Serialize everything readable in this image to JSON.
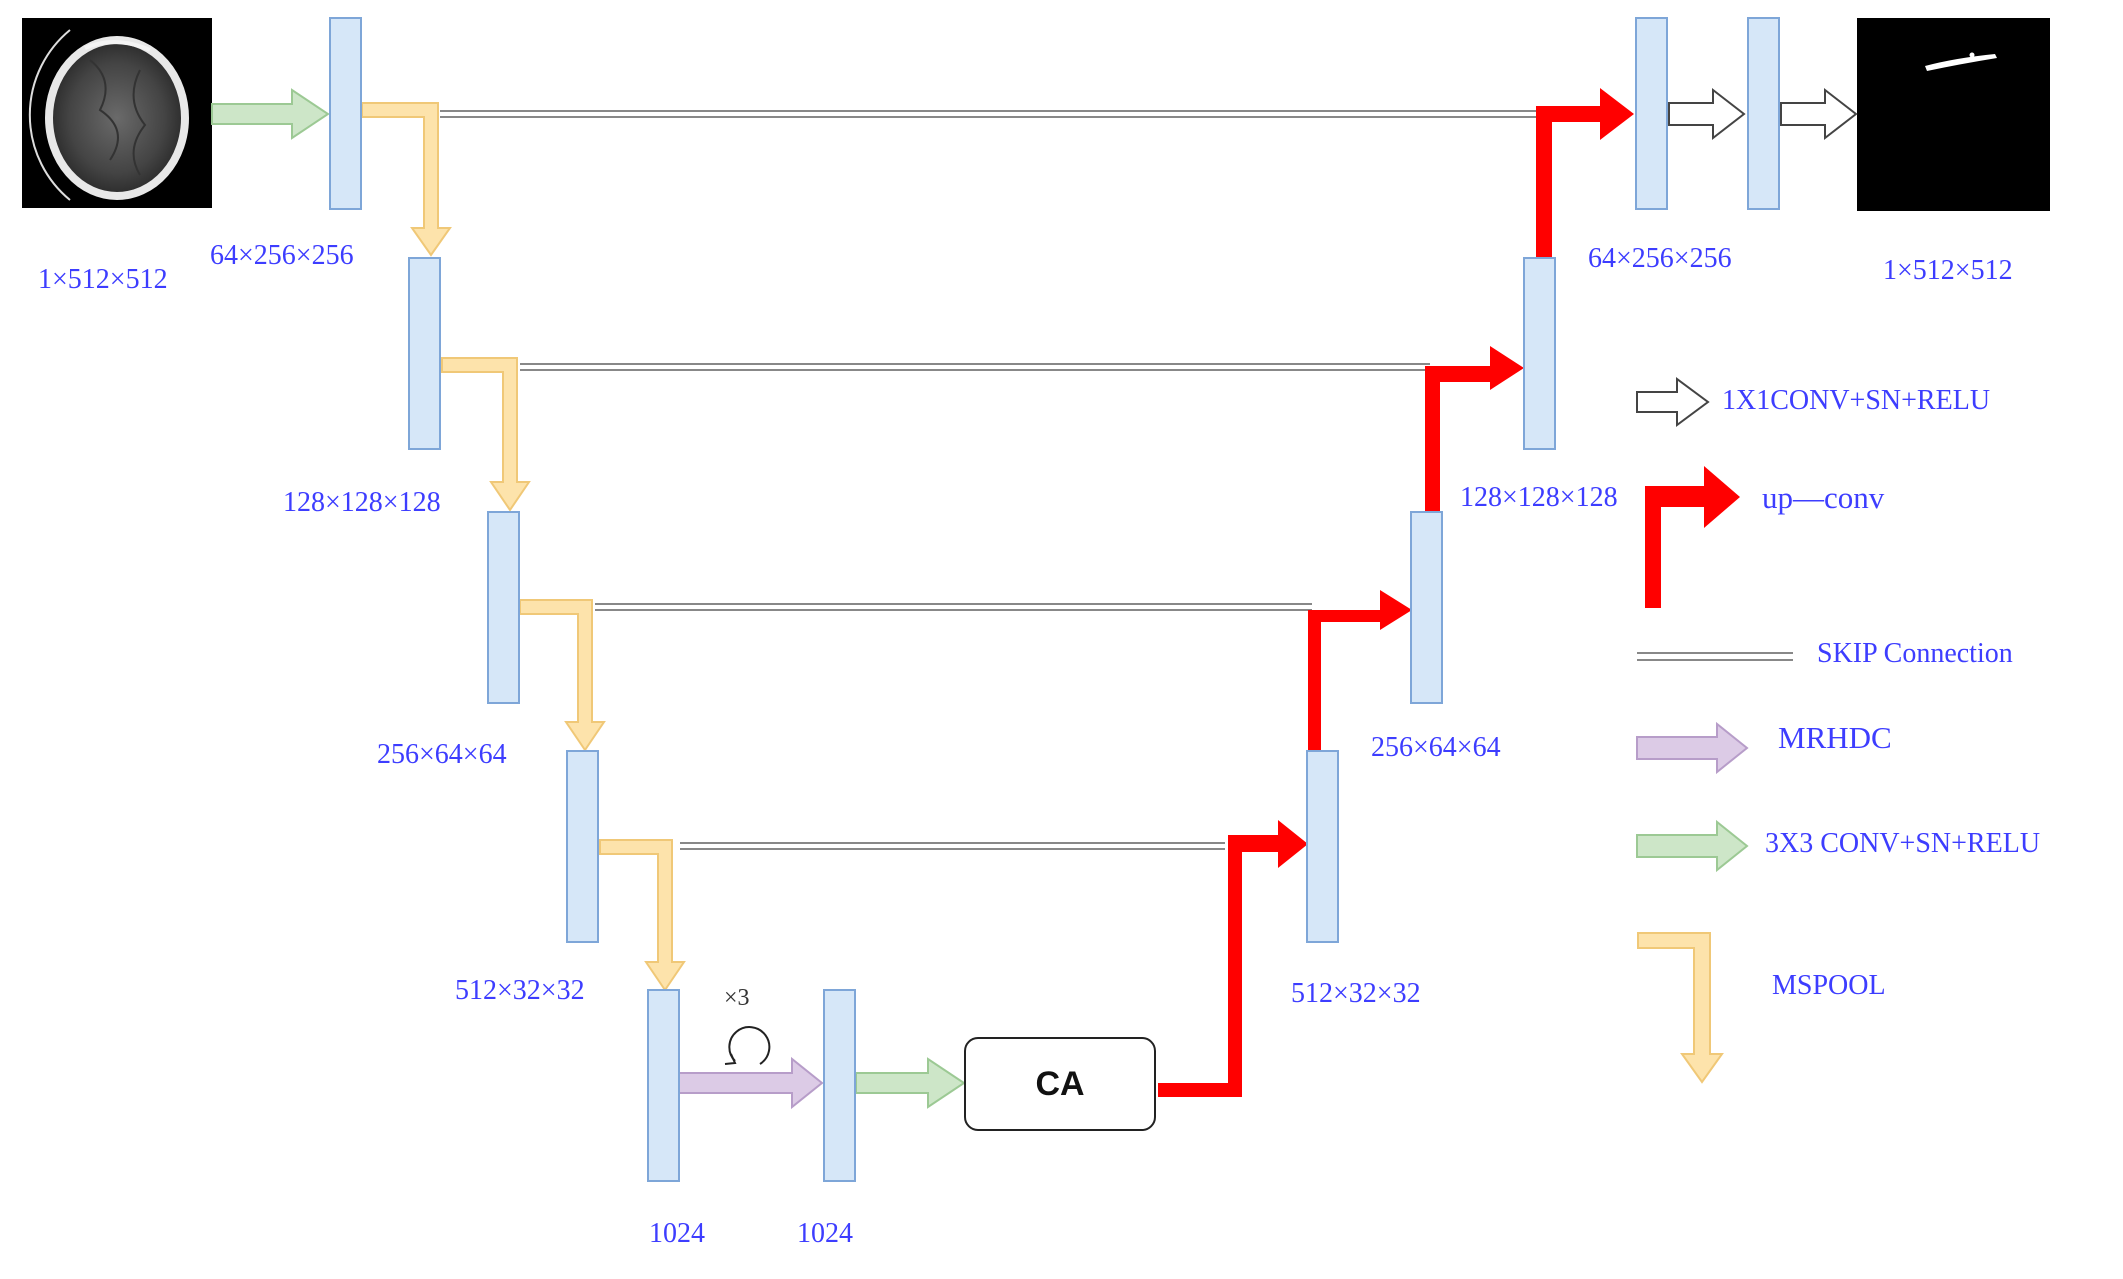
{
  "dims": {
    "input": "1×512×512",
    "enc1": "64×256×256",
    "enc2": "128×128×128",
    "enc3": "256×64×64",
    "enc4": "512×32×32",
    "bottleneck_a": "1024",
    "bottleneck_b": "1024",
    "dec4": "512×32×32",
    "dec3": "256×64×64",
    "dec2": "128×128×128",
    "dec1": "64×256×256",
    "output": "1×512×512"
  },
  "repeat_label": "×3",
  "ca_label": "CA",
  "legend": {
    "conv1x1": "1X1CONV+SN+RELU",
    "upconv": "up—conv",
    "skip": "SKIP Connection",
    "mrhdc": "MRHDC",
    "conv3x3": "3X3 CONV+SN+RELU",
    "mspool": "MSPOOL"
  },
  "colors": {
    "block_fill": "#d6e7f8",
    "block_stroke": "#7ea6d8",
    "green_arrow": "#cde6c8",
    "green_stroke": "#9cc994",
    "yellow_arrow": "#fde3ab",
    "yellow_stroke": "#f0c877",
    "purple_arrow": "#dccbe6",
    "purple_stroke": "#b79dc9",
    "red_arrow": "#ff0000",
    "label_blue": "#3d3dff"
  }
}
